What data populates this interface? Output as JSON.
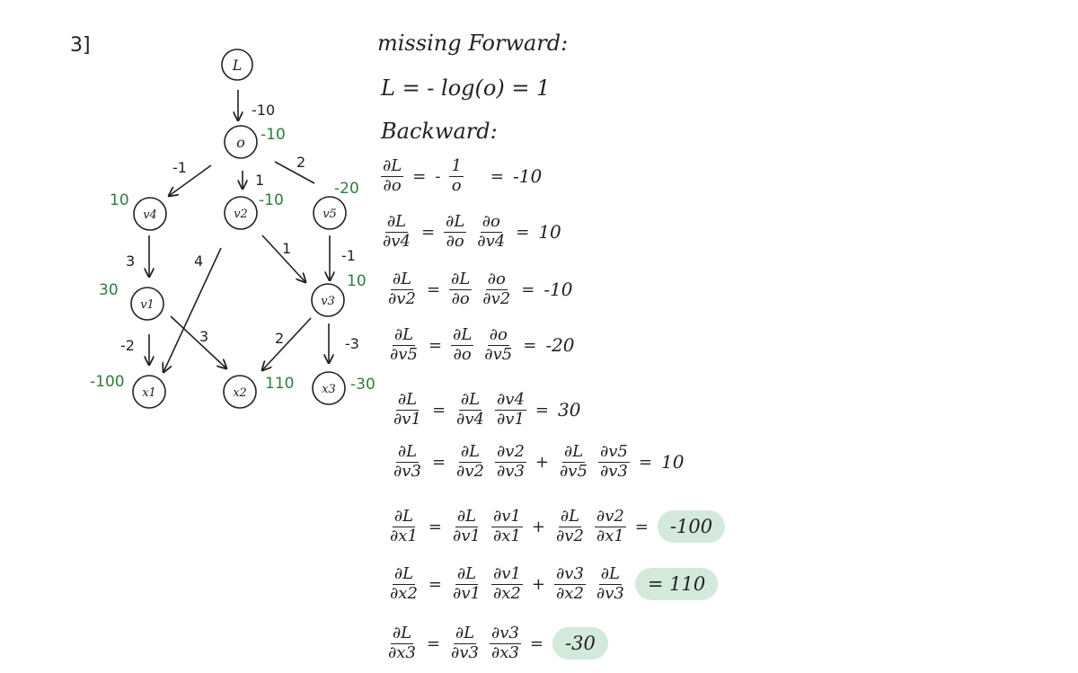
{
  "problem_label": "3]",
  "graph": {
    "nodes": {
      "L": "L",
      "o": "o",
      "v4": "v4",
      "v2": "v2",
      "v5": "v5",
      "v1": "v1",
      "v3": "v3",
      "x1": "x1",
      "x2": "x2",
      "x3": "x3"
    },
    "edge_weights": {
      "L_o": "-10",
      "o_v4": "-1",
      "o_v2": "1",
      "o_v5": "2",
      "v4_v1": "3",
      "v2_x1": "4",
      "v2_v3": "1",
      "v5_v3": "-1",
      "v1_x1": "-2",
      "v1_x2": "3",
      "v3_x2": "2",
      "v3_x3": "-3"
    },
    "gradients": {
      "o": "-10",
      "v4": "10",
      "v2": "-10",
      "v5": "-20",
      "v1": "30",
      "v3": "10",
      "x1": "-100",
      "x2": "110",
      "x3": "-30"
    },
    "colors": {
      "ink": "#222222",
      "gradient": "#2e7d3a",
      "highlight": "#d3e9db"
    }
  },
  "notes": {
    "forward_header": "missing Forward:",
    "forward_eq": "L = - log(o) = 1",
    "backward_header": "Backward:",
    "eq1": {
      "lhs_num": "∂L",
      "lhs_den": "∂o",
      "eq": "=",
      "rhs_pre": "-",
      "rhs_num": "1",
      "rhs_den": "o",
      "eq2": "=",
      "result": "-10"
    },
    "eq2": {
      "lhs_num": "∂L",
      "lhs_den": "∂v4",
      "t1_num": "∂L",
      "t1_den": "∂o",
      "t2_num": "∂o",
      "t2_den": "∂v4",
      "result": "10"
    },
    "eq3": {
      "lhs_num": "∂L",
      "lhs_den": "∂v2",
      "t1_num": "∂L",
      "t1_den": "∂o",
      "t2_num": "∂o",
      "t2_den": "∂v2",
      "result": "-10"
    },
    "eq4": {
      "lhs_num": "∂L",
      "lhs_den": "∂v5",
      "t1_num": "∂L",
      "t1_den": "∂o",
      "t2_num": "∂o",
      "t2_den": "∂v5",
      "result": "-20"
    },
    "eq5": {
      "lhs_num": "∂L",
      "lhs_den": "∂v1",
      "t1_num": "∂L",
      "t1_den": "∂v4",
      "t2_num": "∂v4",
      "t2_den": "∂v1",
      "result": "30"
    },
    "eq6": {
      "lhs_num": "∂L",
      "lhs_den": "∂v3",
      "t1_num": "∂L",
      "t1_den": "∂v2",
      "t2_num": "∂v2",
      "t2_den": "∂v3",
      "t3_num": "∂L",
      "t3_den": "∂v5",
      "t4_num": "∂v5",
      "t4_den": "∂v3",
      "result": "10"
    },
    "eq7": {
      "lhs_num": "∂L",
      "lhs_den": "∂x1",
      "t1_num": "∂L",
      "t1_den": "∂v1",
      "t2_num": "∂v1",
      "t2_den": "∂x1",
      "t3_num": "∂L",
      "t3_den": "∂v2",
      "t4_num": "∂v2",
      "t4_den": "∂x1",
      "result": "-100"
    },
    "eq8": {
      "lhs_num": "∂L",
      "lhs_den": "∂x2",
      "t1_num": "∂L",
      "t1_den": "∂v1",
      "t2_num": "∂v1",
      "t2_den": "∂x2",
      "t3_num": "∂v3",
      "t3_den": "∂x2",
      "t4_num": "∂L",
      "t4_den": "∂v3",
      "result": "110"
    },
    "eq9": {
      "lhs_num": "∂L",
      "lhs_den": "∂x3",
      "t1_num": "∂L",
      "t1_den": "∂v3",
      "t2_num": "∂v3",
      "t2_den": "∂x3",
      "result": "-30"
    }
  }
}
